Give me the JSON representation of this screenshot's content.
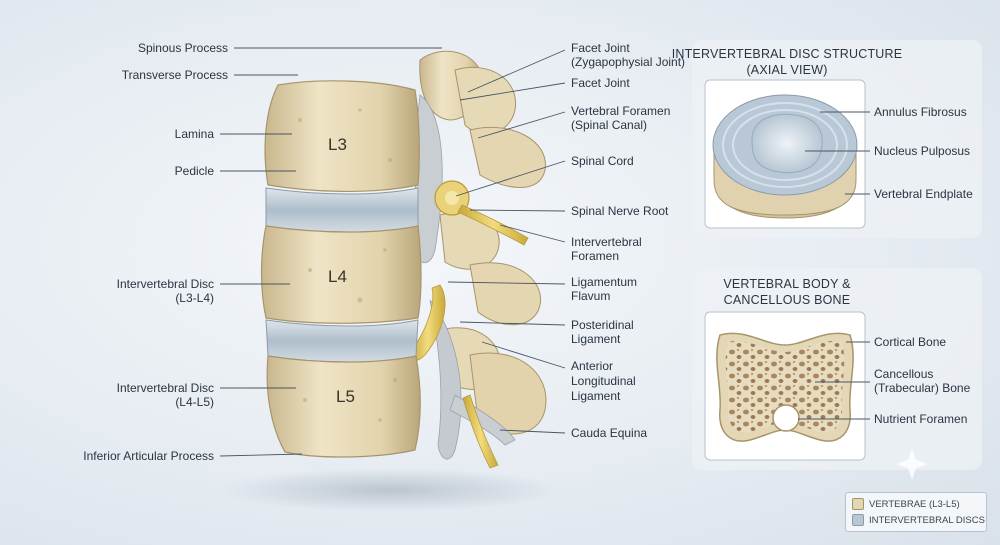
{
  "labels_left": {
    "spinous_process": "Spinous Process",
    "transverse_process": "Transverse Process",
    "lamina": "Lamina",
    "pedicle": "Pedicle",
    "disc_l3_l4_line1": "Intervertebral Disc",
    "disc_l3_l4_line2": "(L3-L4)",
    "disc_l4_l5_line1": "Intervertebral Disc",
    "disc_l4_l5_line2": "(L4-L5)",
    "inferior_articular_process": "Inferior Articular Process"
  },
  "labels_right": {
    "facet_joint_zyg_line1": "Facet Joint",
    "facet_joint_zyg_line2": "(Zygapophysial Joint)",
    "facet_joint": "Facet Joint",
    "vertebral_foramen_line1": "Vertebral Foramen",
    "vertebral_foramen_line2": "(Spinal Canal)",
    "spinal_cord": "Spinal Cord",
    "spinal_nerve_root": "Spinal Nerve Root",
    "intervertebral_foramen_line1": "Intervertebral",
    "intervertebral_foramen_line2": "Foramen",
    "ligamentum_flavum_line1": "Ligamentum",
    "ligamentum_flavum_line2": "Flavum",
    "posterior_ligament_line1": "Posteridinal",
    "posterior_ligament_line2": "Ligament",
    "anterior_ligament_line1": "Anterior",
    "anterior_ligament_line2": "Longitudinal",
    "anterior_ligament_line3": "Ligament",
    "cauda_equina": "Cauda Equina"
  },
  "vertebrae": {
    "l3": "L3",
    "l4": "L4",
    "l5": "L5"
  },
  "disc_panel": {
    "title_line1": "INTERVERTEBRAL DISC STRUCTURE",
    "title_line2": "(AXIAL VIEW)",
    "annulus": "Annulus Fibrosus",
    "nucleus": "Nucleus Pulposus",
    "endplate": "Vertebral Endplate"
  },
  "bone_panel": {
    "title_line1": "VERTEBRAL BODY &",
    "title_line2": "CANCELLOUS BONE",
    "cortical": "Cortical Bone",
    "cancellous_line1": "Cancellous",
    "cancellous_line2": "(Trabecular) Bone",
    "nutrient": "Nutrient Foramen"
  },
  "legend": {
    "vertebrae": "VERTEBRAE (L3-L5)",
    "discs": "INTERVERTEBRAL DISCS"
  },
  "colors": {
    "bone": "#e3d6b4",
    "bone_shade": "#bfae85",
    "disc": "#b9c7d3",
    "nerve": "#e6c85a",
    "ligament": "#c9ced3"
  }
}
